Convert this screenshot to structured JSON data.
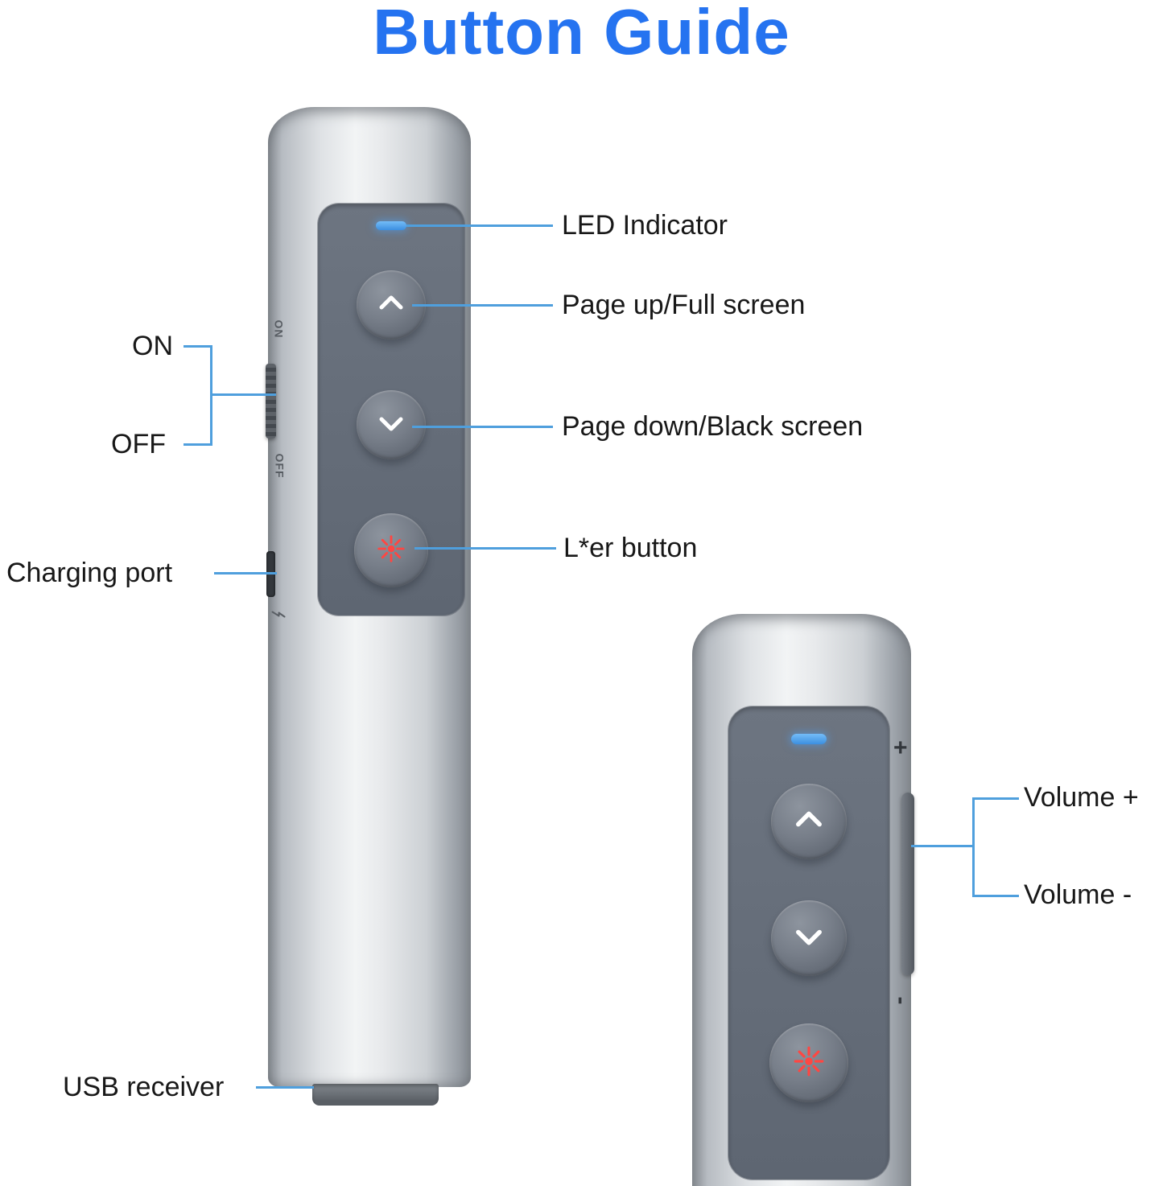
{
  "title": "Button Guide",
  "callouts": {
    "led_indicator": "LED Indicator",
    "page_up": "Page up/Full screen",
    "page_down": "Page down/Black screen",
    "laser_button": "L*er button",
    "power_on": "ON",
    "power_off": "OFF",
    "charging_port": "Charging port",
    "usb_receiver": "USB receiver",
    "volume_up": "Volume +",
    "volume_down": "Volume -"
  },
  "device_markings": {
    "switch_on": "ON",
    "switch_off": "OFF",
    "volume_plus": "+",
    "volume_minus": "-"
  },
  "colors": {
    "title_blue": "#2573f0",
    "callout_line_blue": "#4f9fdd",
    "led_blue": "#4aa0f0",
    "laser_red": "#ff4642",
    "body_silver": "#dfe2e5",
    "panel_gray": "#646c78"
  }
}
